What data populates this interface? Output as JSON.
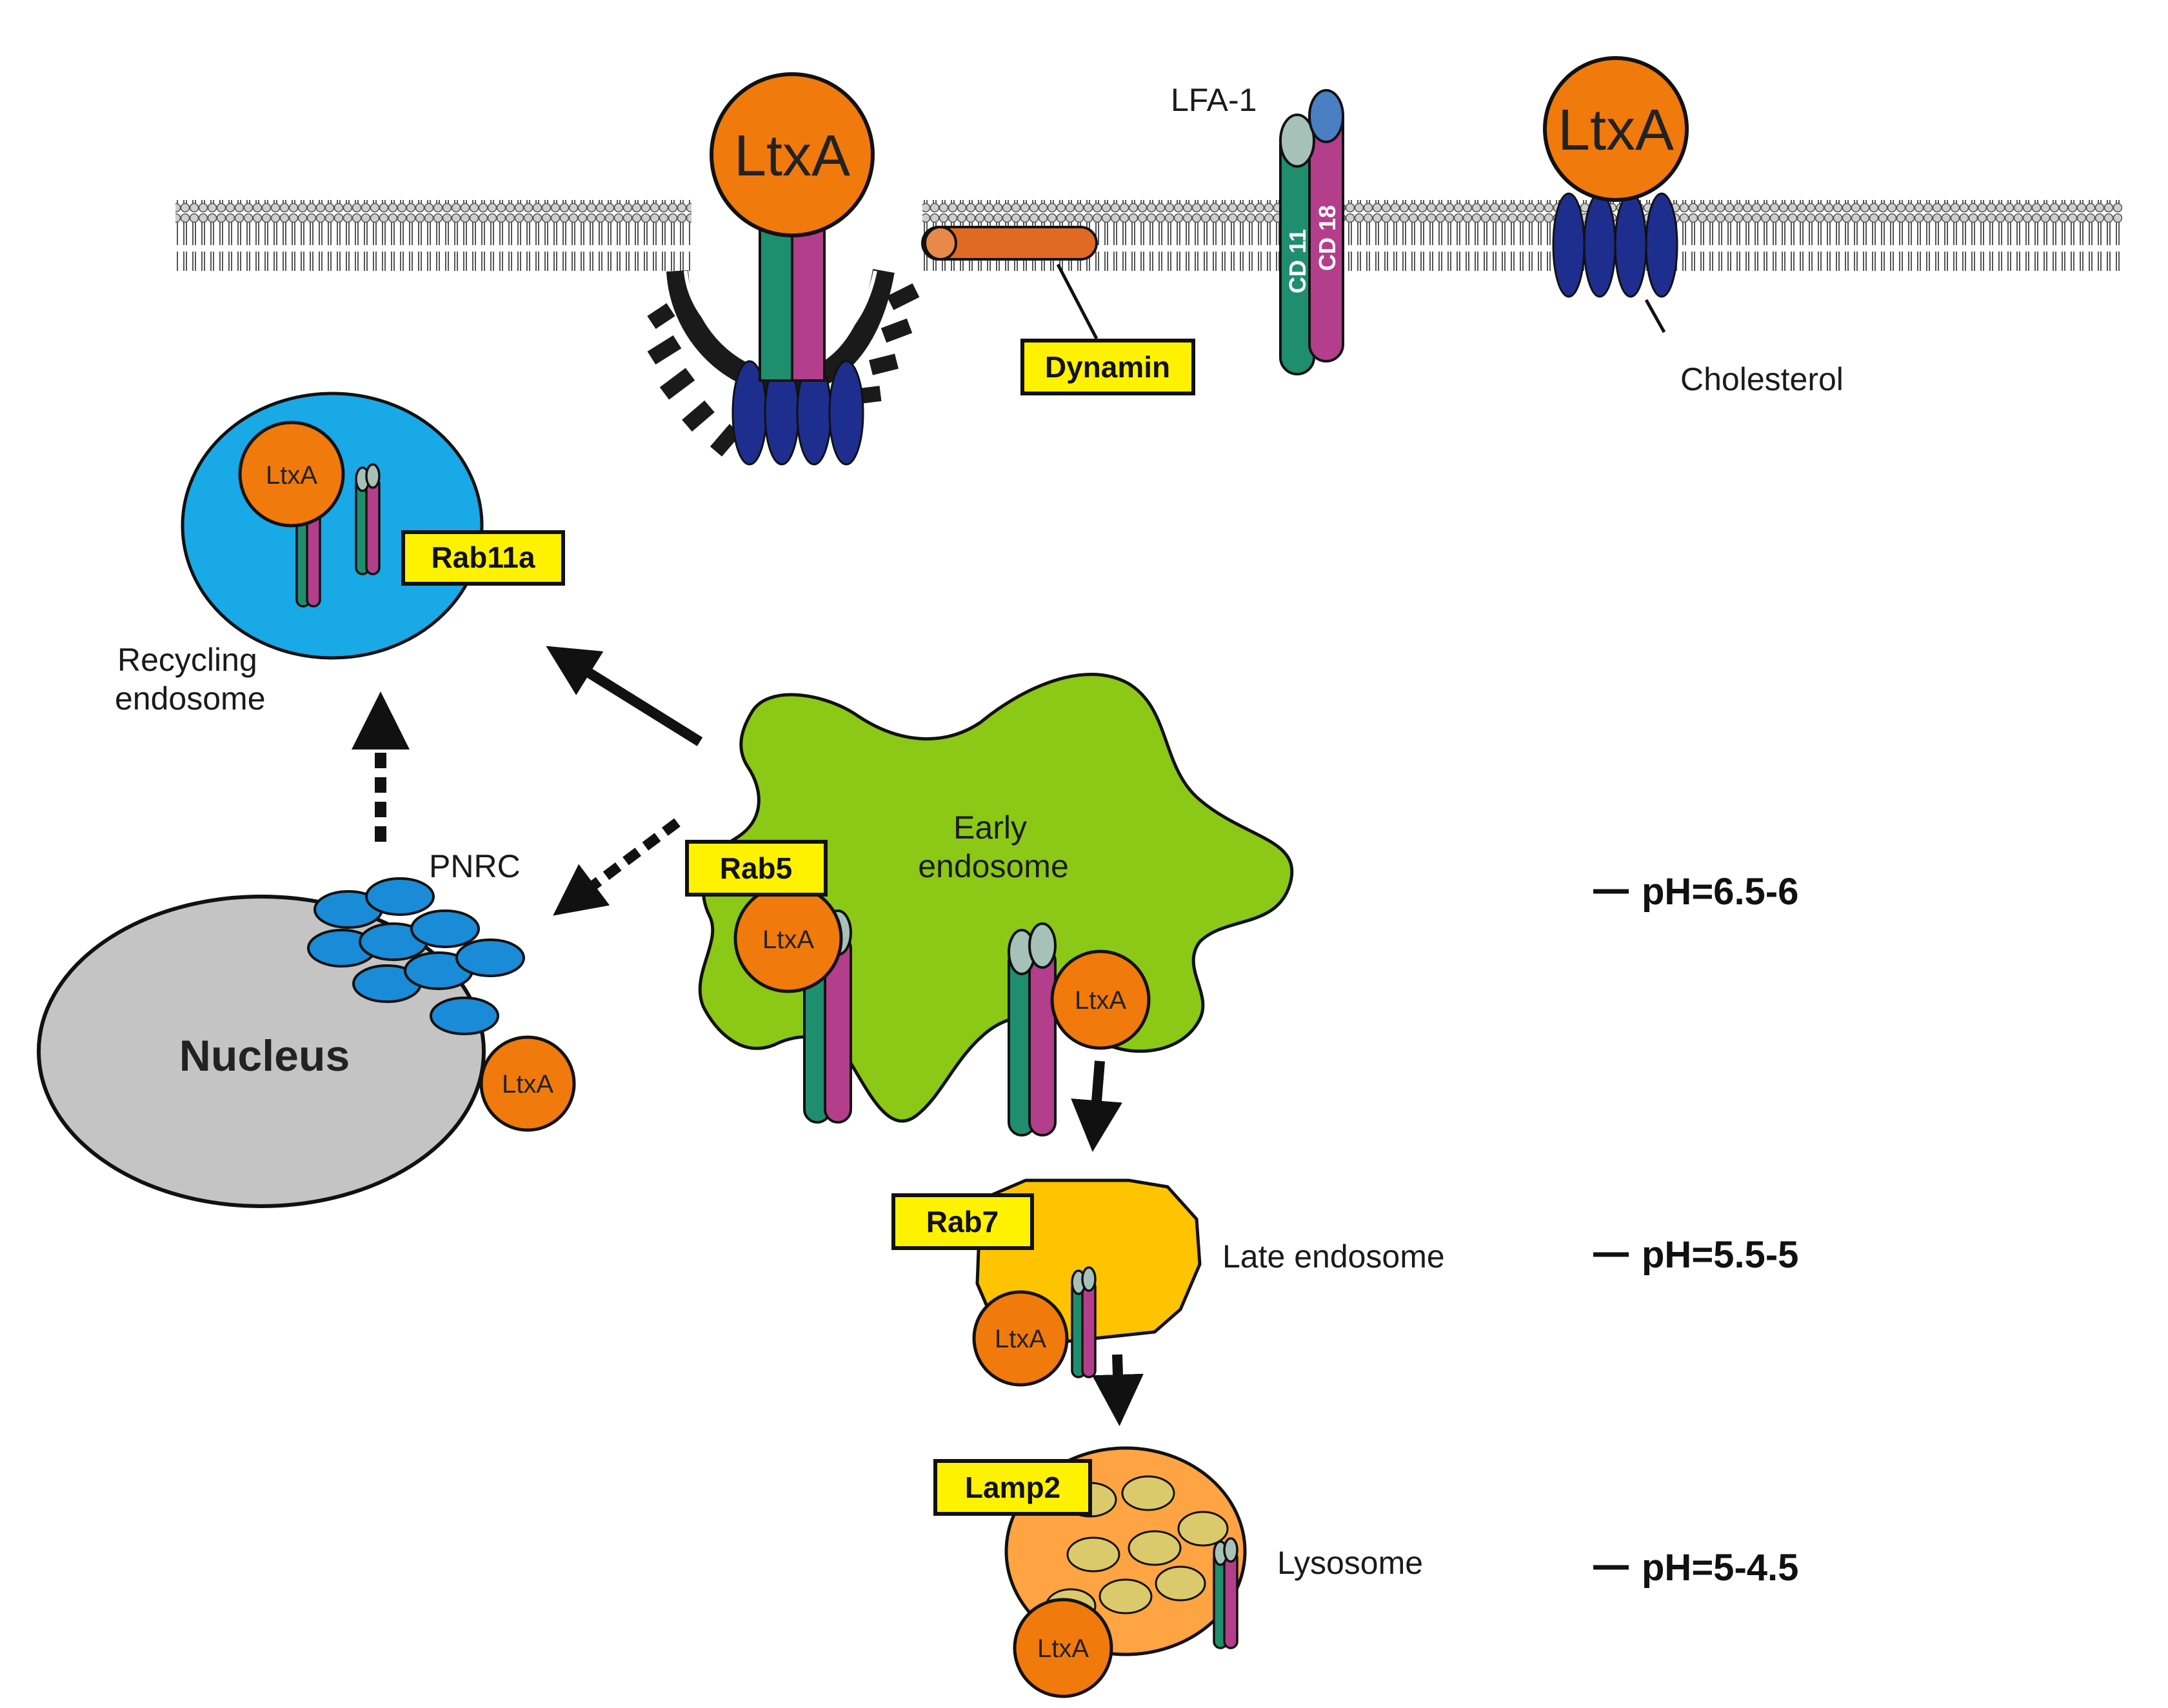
{
  "labels": {
    "ltxa": "LtxA",
    "lfa1": "LFA-1",
    "cd11": "CD 11",
    "cd18": "CD 18",
    "dynamin": "Dynamin",
    "cholesterol": "Cholesterol",
    "rab11a": "Rab11a",
    "recycling_1": "Recycling",
    "recycling_2": "endosome",
    "pnrc": "PNRC",
    "nucleus": "Nucleus",
    "rab5": "Rab5",
    "early_1": "Early",
    "early_2": "endosome",
    "rab7": "Rab7",
    "late": "Late endosome",
    "lamp2": "Lamp2",
    "lysosome": "Lysosome"
  },
  "ph_levels": [
    "pH=6.5-6",
    "pH=5.5-5",
    "pH=5-4.5"
  ],
  "colors": {
    "ltxa": "#F07A0C",
    "cd11": "#1E8E6E",
    "cd18": "#B23E8C",
    "cap_cd11": "#A6C2B8",
    "cap_cd18": "#4A7FC4",
    "cholesterol": "#1E2E8E",
    "clathrin": "#1a1a1a",
    "dynamin": "#E06A24",
    "label_box": "#FFF200",
    "recycling": "#19A9E6",
    "pnrc": "#1A8BD6",
    "nucleus": "#C4C4C4",
    "early": "#8CC816",
    "late": "#FFC400",
    "lysosome": "#FFA442",
    "granule": "#DACA6C"
  }
}
